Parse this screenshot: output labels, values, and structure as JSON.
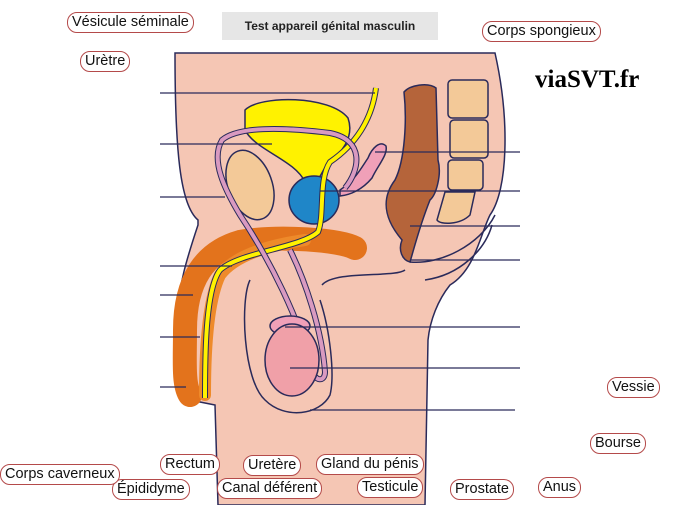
{
  "header": {
    "title": "Test appareil génital masculin",
    "brand": "viaSVT.fr"
  },
  "labels": [
    {
      "id": "vesicule-seminale",
      "text": "Vésicule séminale"
    },
    {
      "id": "uretre",
      "text": "Urètre"
    },
    {
      "id": "corps-spongieux",
      "text": "Corps spongieux"
    },
    {
      "id": "vessie",
      "text": "Vessie"
    },
    {
      "id": "bourse",
      "text": "Bourse"
    },
    {
      "id": "rectum",
      "text": "Rectum"
    },
    {
      "id": "uretere",
      "text": "Uretère"
    },
    {
      "id": "gland-du-penis",
      "text": "Gland du pénis"
    },
    {
      "id": "corps-caverneux",
      "text": "Corps caverneux"
    },
    {
      "id": "epididyme",
      "text": "Épididyme"
    },
    {
      "id": "canal-deferent",
      "text": "Canal déférent"
    },
    {
      "id": "testicule",
      "text": "Testicule"
    },
    {
      "id": "prostate",
      "text": "Prostate"
    },
    {
      "id": "anus",
      "text": "Anus"
    }
  ],
  "colors": {
    "skin": "#f5c6b4",
    "bladder": "#fff200",
    "prostate": "#1f86c8",
    "erectile": "#e3731c",
    "rectum": "#b5643a",
    "bone": "#f3c998",
    "testis": "#f0a0a8",
    "tube": "#d99ac0",
    "outline": "#2a2a5a",
    "label_border": "#b44a4a"
  }
}
